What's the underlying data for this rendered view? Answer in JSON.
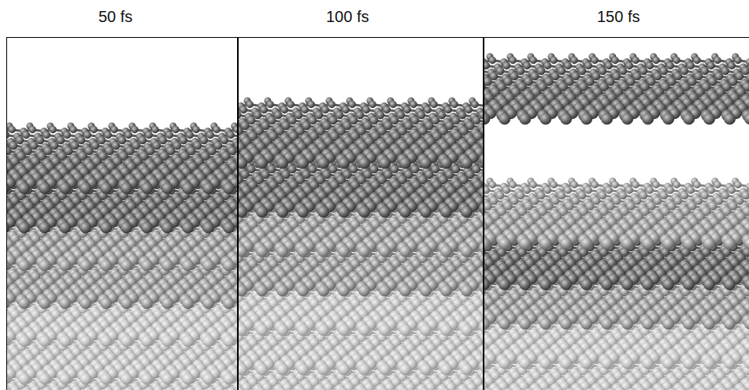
{
  "diagram": {
    "labels": [
      "50 fs",
      "100 fs",
      "150 fs"
    ]
  }
}
